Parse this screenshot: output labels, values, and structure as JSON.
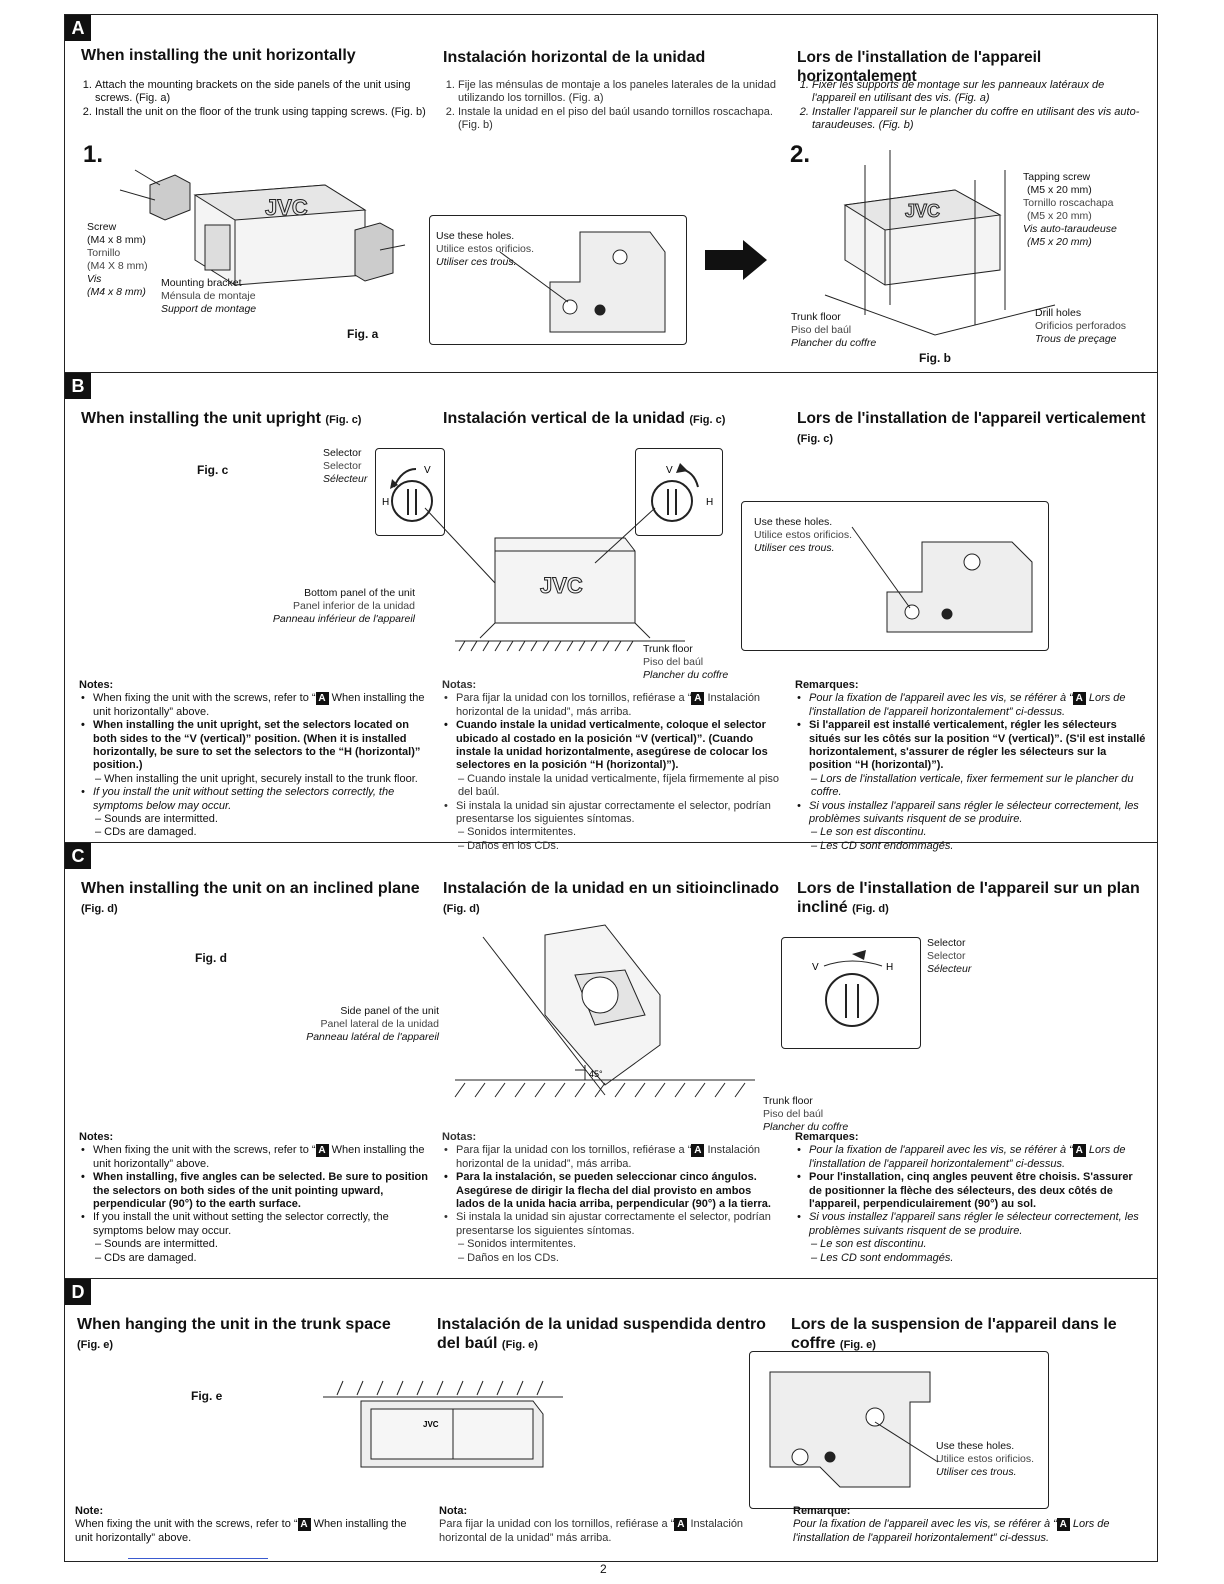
{
  "page_number": "2",
  "sections": {
    "A": {
      "badge": "A",
      "head_en": "When installing the unit horizontally",
      "head_es": "Instalación horizontal de la unidad",
      "head_fr": "Lors de l'installation de l'appareil horizontalement",
      "en_steps": [
        "Attach the mounting brackets on the side panels of the unit using screws. (Fig. a)",
        "Install the unit on the floor of the trunk using tapping screws. (Fig. b)"
      ],
      "es_steps": [
        "Fije las ménsulas de montaje a los paneles laterales de la unidad utilizando los tornillos. (Fig. a)",
        "Instale la unidad en el piso del baúl usando tornillos roscachapa. (Fig. b)"
      ],
      "fr_steps": [
        "Fixer les supports de montage sur les panneaux latéraux de l'appareil en utilisant des vis. (Fig. a)",
        "Installer l'appareil sur le plancher du coffre en utilisant des vis auto-taraudeuses. (Fig. b)"
      ],
      "step1": "1.",
      "step2": "2.",
      "fig_a": "Fig. a",
      "fig_b": "Fig. b",
      "screw": [
        "Screw",
        "(M4 x 8 mm)",
        "Tornillo",
        "(M4 X 8 mm)",
        "Vis",
        "(M4 x 8 mm)"
      ],
      "bracket": [
        "Mounting bracket",
        "Ménsula de montaje",
        "Support de montage"
      ],
      "holes": [
        "Use these holes.",
        "Utilice estos orificios.",
        "Utiliser ces trous."
      ],
      "tapping": [
        "Tapping screw",
        "(M5 x 20 mm)",
        "Tornillo roscachapa",
        "(M5 x 20 mm)",
        "Vis auto-taraudeuse",
        "(M5 x 20 mm)"
      ],
      "trunk": [
        "Trunk floor",
        "Piso del baúl",
        "Plancher du coffre"
      ],
      "drill": [
        "Drill holes",
        "Orificios perforados",
        "Trous de preçage"
      ],
      "brand": "JVC"
    },
    "B": {
      "badge": "B",
      "head_en": "When installing the unit upright",
      "head_es": "Instalación vertical de la unidad",
      "head_fr": "Lors de l'installation de l'appareil verticalement",
      "fig_ref": "(Fig. c)",
      "fig_c": "Fig. c",
      "selector": [
        "Selector",
        "Selector",
        "Sélecteur"
      ],
      "bottom": [
        "Bottom panel of the unit",
        "Panel inferior de la unidad",
        "Panneau inférieur de l'appareil"
      ],
      "holes": [
        "Use these holes.",
        "Utilice estos orificios.",
        "Utiliser ces trous."
      ],
      "trunk": [
        "Trunk floor",
        "Piso del baúl",
        "Plancher du coffre"
      ],
      "dial_v": "V",
      "dial_h": "H",
      "brand": "JVC",
      "notes_en_title": "Notes:",
      "notes_es_title": "Notas:",
      "notes_fr_title": "Remarques:",
      "en_n1a": "When fixing the unit with the screws, refer to “",
      "en_n1b": " When installing the unit horizontally” above.",
      "en_n2": "When installing the unit upright, set the selectors located on both sides to the “V (vertical)” position. (When it is installed horizontally, be sure to set the selectors to the “H (horizontal)” position.)",
      "en_n2d": "– When installing the unit upright, securely install to the trunk floor.",
      "en_n3": "If you install the unit without setting the selectors correctly, the symptoms below may occur.",
      "en_n3a": "– Sounds are intermitted.",
      "en_n3b": "– CDs are damaged.",
      "es_n1a": "Para fijar la unidad con los tornillos, refiérase a “",
      "es_n1b": " Instalación horizontal de la unidad”, más arriba.",
      "es_n2": "Cuando instale la unidad verticalmente, coloque el selector ubicado al costado en la posición “V (vertical)”. (Cuando instale la unidad horizontalmente, asegúrese de colocar los selectores en la posición “H (horizontal)”).",
      "es_n2d": "– Cuando instale la unidad verticalmente, fíjela firmemente al piso del baúl.",
      "es_n3": "Si instala la unidad sin ajustar correctamente el selector, podrían presentarse los siguientes síntomas.",
      "es_n3a": "– Sonidos intermitentes.",
      "es_n3b": "– Daños en los CDs.",
      "fr_n1a": "Pour la fixation de l'appareil avec les vis, se référer à “",
      "fr_n1b": " Lors de l'installation de l'appareil horizontalement” ci-dessus.",
      "fr_n2": "Si l'appareil est installé verticalement, régler les sélecteurs situés sur les côtés sur la position “V (vertical)”. (S'il est installé horizontalement, s'assurer de régler les sélecteurs sur la position “H (horizontal)”).",
      "fr_n2d": "– Lors de l'installation verticale, fixer fermement sur le plancher du coffre.",
      "fr_n3": "Si vous installez l'appareil sans régler le sélecteur correctement, les problèmes suivants risquent de se produire.",
      "fr_n3a": "– Le son est discontinu.",
      "fr_n3b": "– Les CD sont endommagés."
    },
    "C": {
      "badge": "C",
      "head_en": "When installing the unit on an inclined plane",
      "head_es": "Instalación de la unidad en un sitioinclinado",
      "head_fr": "Lors de l'installation de l'appareil sur un plan incliné",
      "fig_ref": "(Fig. d)",
      "fig_d": "Fig. d",
      "selector": [
        "Selector",
        "Selector",
        "Sélecteur"
      ],
      "side": [
        "Side panel of the unit",
        "Panel lateral de la unidad",
        "Panneau latéral de l'appareil"
      ],
      "trunk": [
        "Trunk floor",
        "Piso del baúl",
        "Plancher du coffre"
      ],
      "angle": "45°",
      "dial_v": "V",
      "dial_h": "H",
      "notes_en_title": "Notes:",
      "notes_es_title": "Notas:",
      "notes_fr_title": "Remarques:",
      "en_n1a": "When fixing the unit with the screws, refer to “",
      "en_n1b": " When installing the unit horizontally” above.",
      "en_n2": "When installing, five angles can be selected. Be sure to position the selectors on both sides of the unit pointing upward, perpendicular (90°) to the earth surface.",
      "en_n3": "If you install the unit without setting the selector correctly, the symptoms below may occur.",
      "en_n3a": "– Sounds are intermitted.",
      "en_n3b": "– CDs are damaged.",
      "es_n1a": "Para fijar la unidad con los tornillos, refiérase a “",
      "es_n1b": " Instalación horizontal de la unidad”, más arriba.",
      "es_n2": "Para la instalación, se pueden seleccionar cinco ángulos. Asegúrese de dirigir la flecha del dial provisto en ambos lados de la unida hacia arriba, perpendicular (90°) a la tierra.",
      "es_n3": "Si instala la unidad sin ajustar correctamente el selector, podrían presentarse los siguientes síntomas.",
      "es_n3a": "– Sonidos intermitentes.",
      "es_n3b": "– Daños en los CDs.",
      "fr_n1a": "Pour la fixation de l'appareil avec les vis, se référer à “",
      "fr_n1b": " Lors de l'installation de l'appareil horizontalement” ci-dessus.",
      "fr_n2": "Pour l'installation, cinq angles peuvent être choisis. S'assurer de positionner la flèche des sélecteurs, des deux côtés de l'appareil, perpendiculairement (90°) au sol.",
      "fr_n3": "Si vous installez l'appareil sans régler le sélecteur correctement, les problèmes suivants risquent de se produire.",
      "fr_n3a": "– Le son est discontinu.",
      "fr_n3b": "– Les CD sont endommagés."
    },
    "D": {
      "badge": "D",
      "head_en": "When hanging the unit in the trunk space",
      "head_es": "Instalación de la unidad suspendida dentro del baúl",
      "head_fr": "Lors de la suspension de l'appareil dans le coffre",
      "fig_ref": "(Fig. e)",
      "fig_e": "Fig. e",
      "holes": [
        "Use these holes.",
        "Utilice estos orificios.",
        "Utiliser ces trous."
      ],
      "brand": "JVC",
      "note_en_title": "Note:",
      "note_es_title": "Nota:",
      "note_fr_title": "Remarque:",
      "en_n1a": "When fixing the unit with the screws, refer to “",
      "en_n1b": " When installing the unit horizontally” above.",
      "es_n1a": "Para fijar la unidad con los tornillos, refiérase a “",
      "es_n1b": " Instalación horizontal de la unidad” más arriba.",
      "fr_n1a": "Pour la fixation de l'appareil avec les vis, se référer à “",
      "fr_n1b": " Lors de l'installation de l'appareil horizontalement” ci-dessus."
    }
  }
}
